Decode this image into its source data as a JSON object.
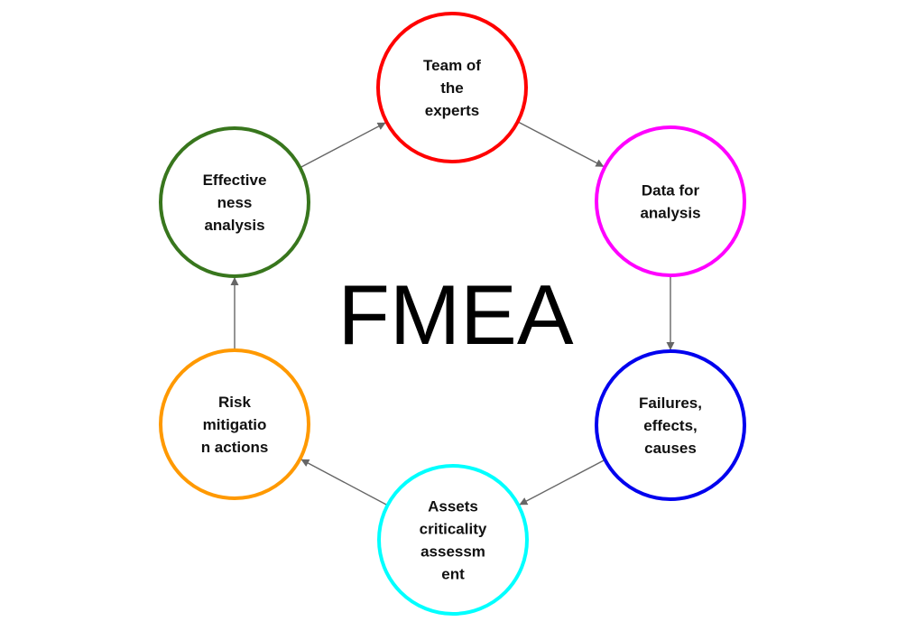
{
  "diagram": {
    "title": "FMEA",
    "arrow_color": "#666666",
    "nodes": [
      {
        "id": "team",
        "lines": [
          "Team of",
          "the",
          "experts"
        ],
        "color": "#ff0000"
      },
      {
        "id": "data",
        "lines": [
          "Data for",
          "analysis"
        ],
        "color": "#ff00ff"
      },
      {
        "id": "failures",
        "lines": [
          "Failures,",
          "effects,",
          "causes"
        ],
        "color": "#0000ee"
      },
      {
        "id": "assets",
        "lines": [
          "Assets",
          "criticality",
          "assessm",
          "ent"
        ],
        "color": "#00ffff"
      },
      {
        "id": "risk",
        "lines": [
          "Risk",
          "mitigatio",
          "n actions"
        ],
        "color": "#ff9900"
      },
      {
        "id": "effectiveness",
        "lines": [
          "Effective",
          "ness",
          "analysis"
        ],
        "color": "#38761d"
      }
    ],
    "edges": [
      {
        "from": "team",
        "to": "data"
      },
      {
        "from": "data",
        "to": "failures"
      },
      {
        "from": "failures",
        "to": "assets"
      },
      {
        "from": "assets",
        "to": "risk"
      },
      {
        "from": "risk",
        "to": "effectiveness"
      },
      {
        "from": "effectiveness",
        "to": "team"
      }
    ]
  }
}
